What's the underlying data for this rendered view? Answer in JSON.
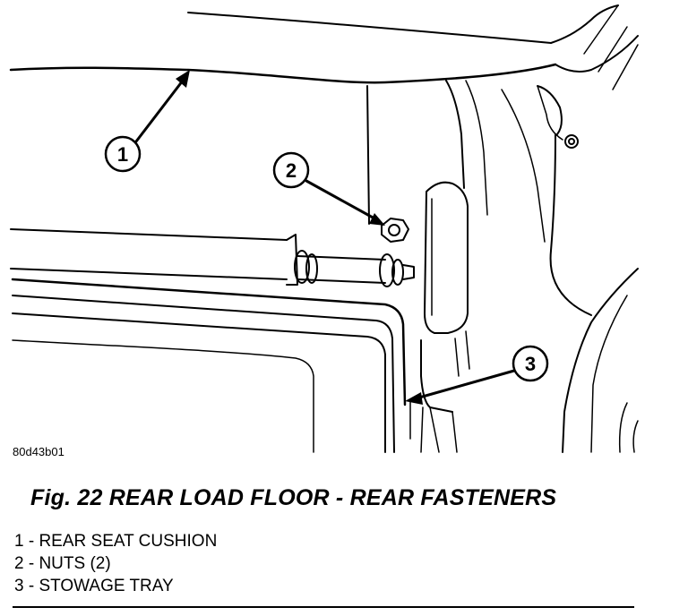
{
  "figure": {
    "id": "80d43b01",
    "caption": "Fig. 22 REAR LOAD FLOOR - REAR FASTENERS",
    "callouts": [
      "1",
      "2",
      "3"
    ],
    "legend": [
      "1 - REAR SEAT CUSHION",
      "2 - NUTS (2)",
      "3 - STOWAGE TRAY"
    ]
  }
}
